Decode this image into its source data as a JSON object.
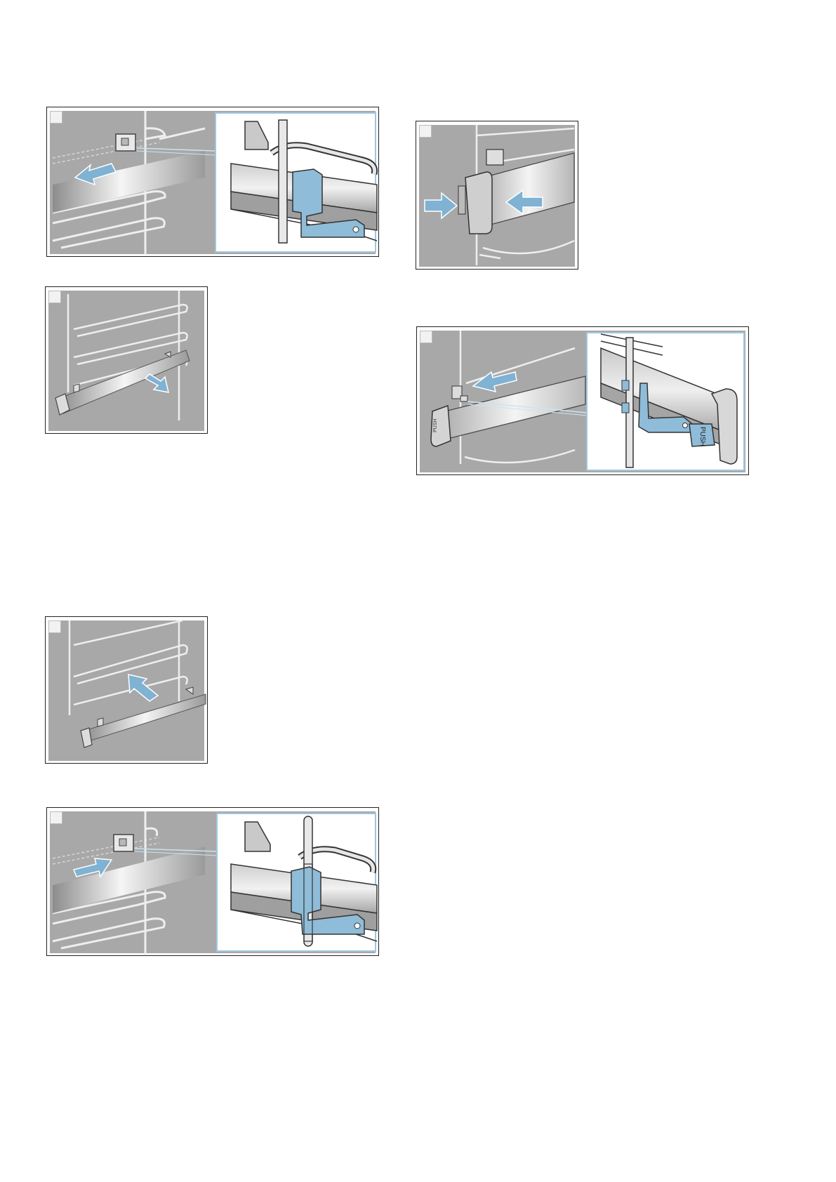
{
  "document": {
    "figures": [
      {
        "id": "fig-1",
        "description_key": "remove-rail-front-hook"
      },
      {
        "id": "fig-2",
        "description_key": "pull-rail-out"
      },
      {
        "id": "fig-3",
        "description_key": "squeeze-push-clip"
      },
      {
        "id": "fig-4",
        "description_key": "push-clip-detail"
      },
      {
        "id": "fig-5",
        "description_key": "insert-rail"
      },
      {
        "id": "fig-6",
        "description_key": "attach-rail-front-hook"
      }
    ],
    "labels": {
      "push": "PUSH"
    }
  },
  "colors": {
    "panel_gray": "#a9a9a9",
    "arrow_blue": "#7fb2d3",
    "part_blue": "#8fbcd8",
    "zoom_border": "#9ec6dd",
    "rail_light": "#f3f3f3",
    "rail_dark": "#8a8a8a"
  }
}
